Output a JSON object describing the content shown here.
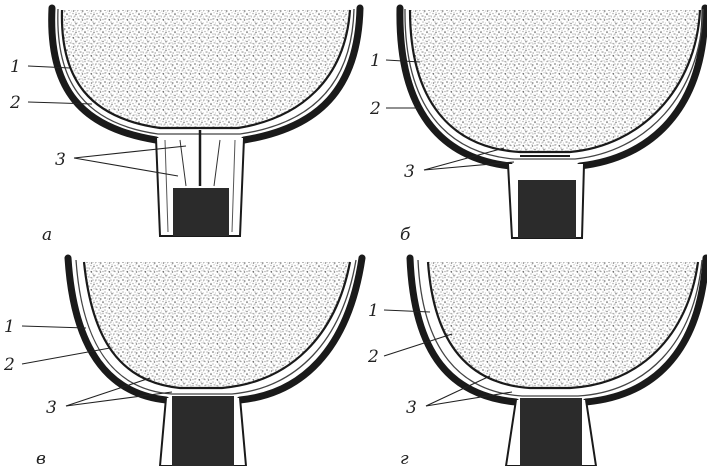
{
  "panels": [
    {
      "letter": "а",
      "labels": [
        "1",
        "2",
        "3"
      ]
    },
    {
      "letter": "б",
      "labels": [
        "1",
        "2",
        "3"
      ]
    },
    {
      "letter": "в",
      "labels": [
        "1",
        "2",
        "3"
      ]
    },
    {
      "letter": "г",
      "labels": [
        "1",
        "2",
        "3"
      ]
    }
  ],
  "colors": {
    "ink": "#1a1a1a",
    "stipple": "#2e2e2e",
    "background": "#ffffff"
  }
}
